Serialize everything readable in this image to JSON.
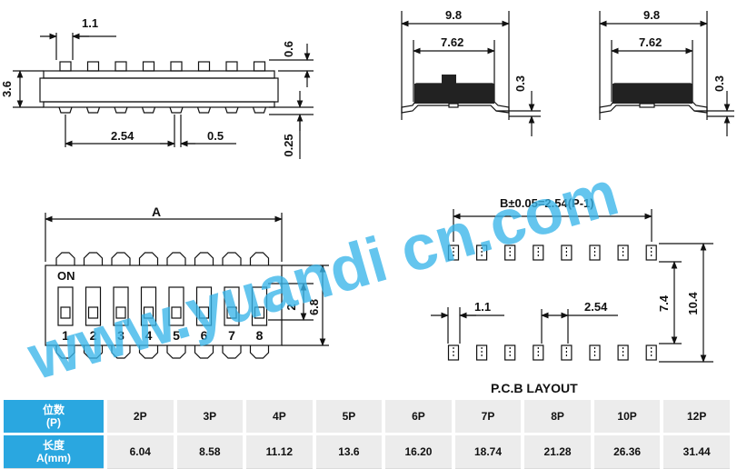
{
  "dims": {
    "d1": "1.1",
    "d2": "0.6",
    "d3": "3.6",
    "d4": "2.54",
    "d5": "0.5",
    "d6": "0.25",
    "d7": "9.8",
    "d8": "7.62",
    "d9": "0.3",
    "d10": "9.8",
    "d11": "7.62",
    "d12": "0.3",
    "d13": "A",
    "d14": "2",
    "d15": "6.8",
    "d16": "B±0.05=2.54(P-1)",
    "d17": "7.4",
    "d18": "10.4",
    "d19": "1.1",
    "d20": "2.54"
  },
  "switch": {
    "on_label": "ON",
    "numbers": [
      "1",
      "2",
      "3",
      "4",
      "5",
      "6",
      "7",
      "8"
    ]
  },
  "pcb_title": "P.C.B LAYOUT",
  "watermark": "www.yuandi cn.com",
  "table": {
    "row1_header": [
      "位数",
      "(P)"
    ],
    "row2_header": [
      "长度",
      "A(mm)"
    ],
    "pins": [
      "2P",
      "3P",
      "4P",
      "5P",
      "6P",
      "7P",
      "8P",
      "10P",
      "12P"
    ],
    "lengths": [
      "6.04",
      "8.58",
      "11.12",
      "13.6",
      "16.20",
      "18.74",
      "21.28",
      "26.36",
      "31.44"
    ]
  },
  "colors": {
    "watermark": "#39b6ea",
    "header_bg": "#2aa7e0",
    "cell_bg": "#ececec"
  }
}
